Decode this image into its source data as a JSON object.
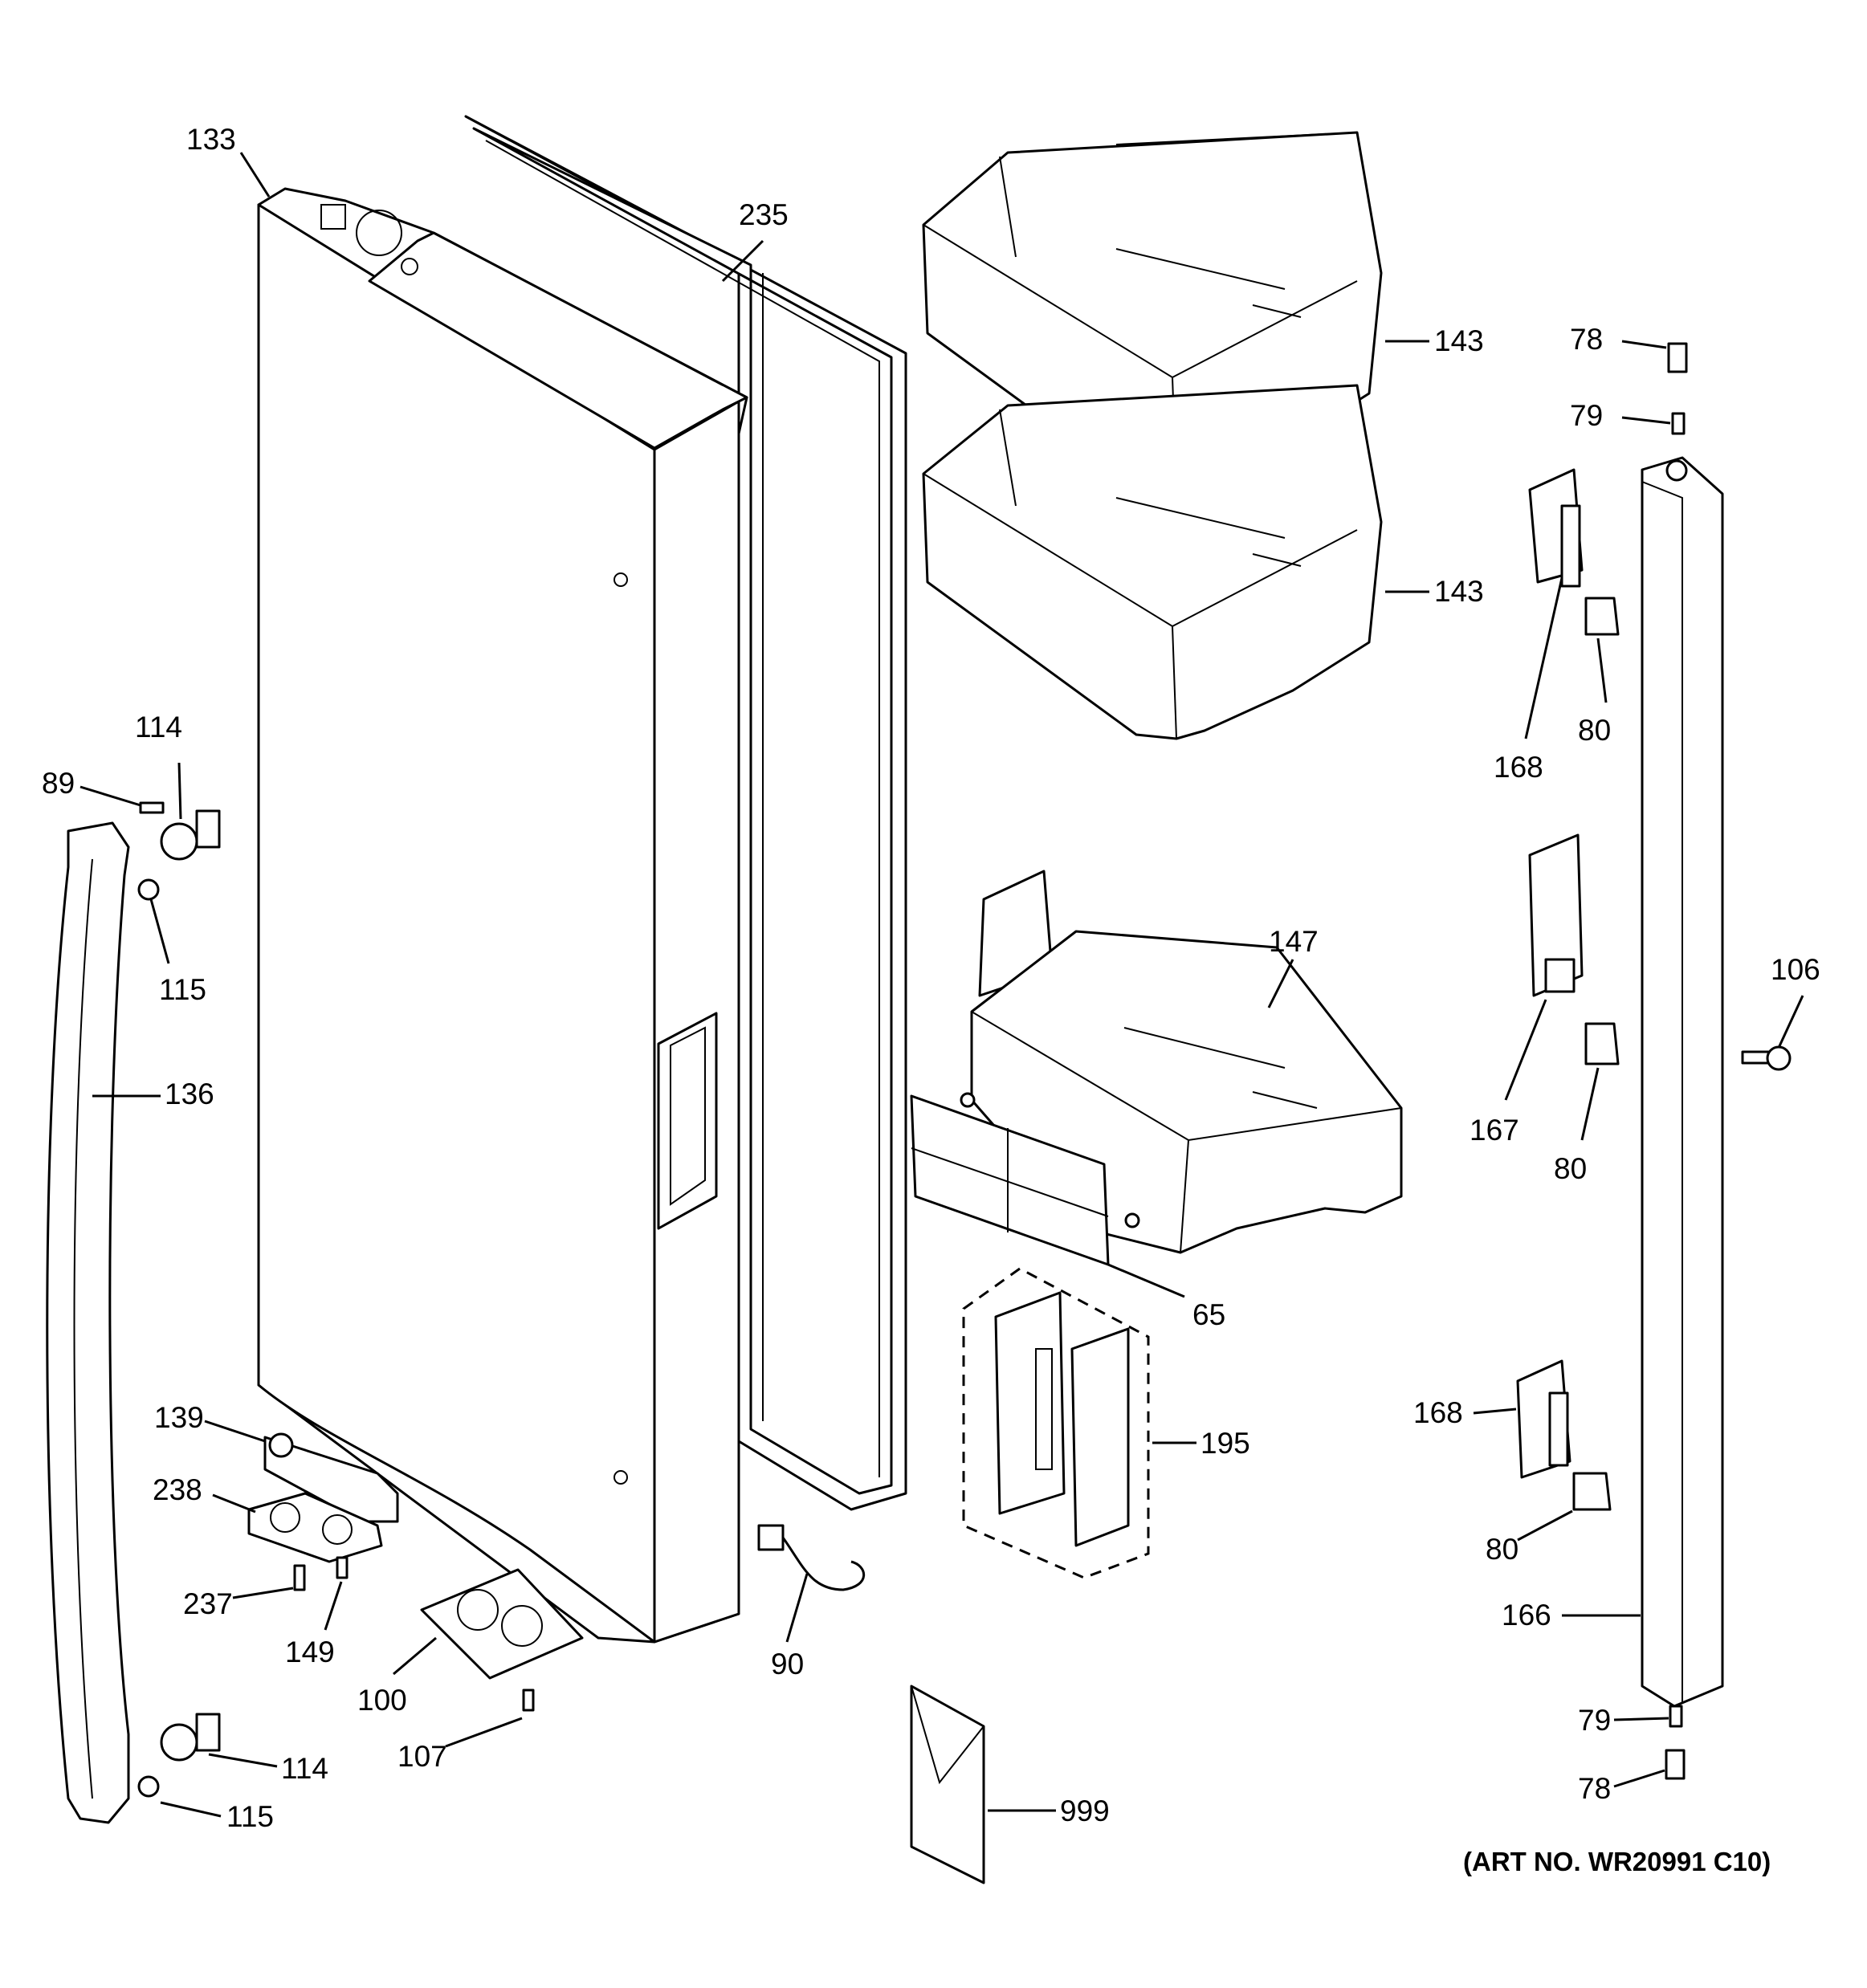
{
  "art_number": "(ART NO. WR20991 C10)",
  "callouts": [
    {
      "id": "133-top-corner",
      "text": "133"
    },
    {
      "id": "235-gasket",
      "text": "235"
    },
    {
      "id": "143-upper-bin",
      "text": "143"
    },
    {
      "id": "143-lower-bin",
      "text": "143"
    },
    {
      "id": "78-top-spring",
      "text": "78"
    },
    {
      "id": "79-top-pin",
      "text": "79"
    },
    {
      "id": "168-upper-hinge",
      "text": "168"
    },
    {
      "id": "80-upper-cap",
      "text": "80"
    },
    {
      "id": "114-upper-mount",
      "text": "114"
    },
    {
      "id": "89-screw",
      "text": "89"
    },
    {
      "id": "115-upper-setscrew",
      "text": "115"
    },
    {
      "id": "136-handle",
      "text": "136"
    },
    {
      "id": "147-bin",
      "text": "147"
    },
    {
      "id": "106-screw",
      "text": "106"
    },
    {
      "id": "167-mid-hinge",
      "text": "167"
    },
    {
      "id": "80-mid-cap",
      "text": "80"
    },
    {
      "id": "65-cover",
      "text": "65"
    },
    {
      "id": "195-control",
      "text": "195"
    },
    {
      "id": "139-bracket",
      "text": "139"
    },
    {
      "id": "238-hinge-base",
      "text": "238"
    },
    {
      "id": "237-screw",
      "text": "237"
    },
    {
      "id": "149-screw",
      "text": "149"
    },
    {
      "id": "100-plate",
      "text": "100"
    },
    {
      "id": "107-screw",
      "text": "107"
    },
    {
      "id": "90-harness",
      "text": "90"
    },
    {
      "id": "168-lower-hinge",
      "text": "168"
    },
    {
      "id": "80-lower-cap",
      "text": "80"
    },
    {
      "id": "166-trim",
      "text": "166"
    },
    {
      "id": "79-bottom-pin",
      "text": "79"
    },
    {
      "id": "78-bottom-spring",
      "text": "78"
    },
    {
      "id": "114-lower-mount",
      "text": "114"
    },
    {
      "id": "115-lower-setscrew",
      "text": "115"
    },
    {
      "id": "999-literature",
      "text": "999"
    }
  ]
}
